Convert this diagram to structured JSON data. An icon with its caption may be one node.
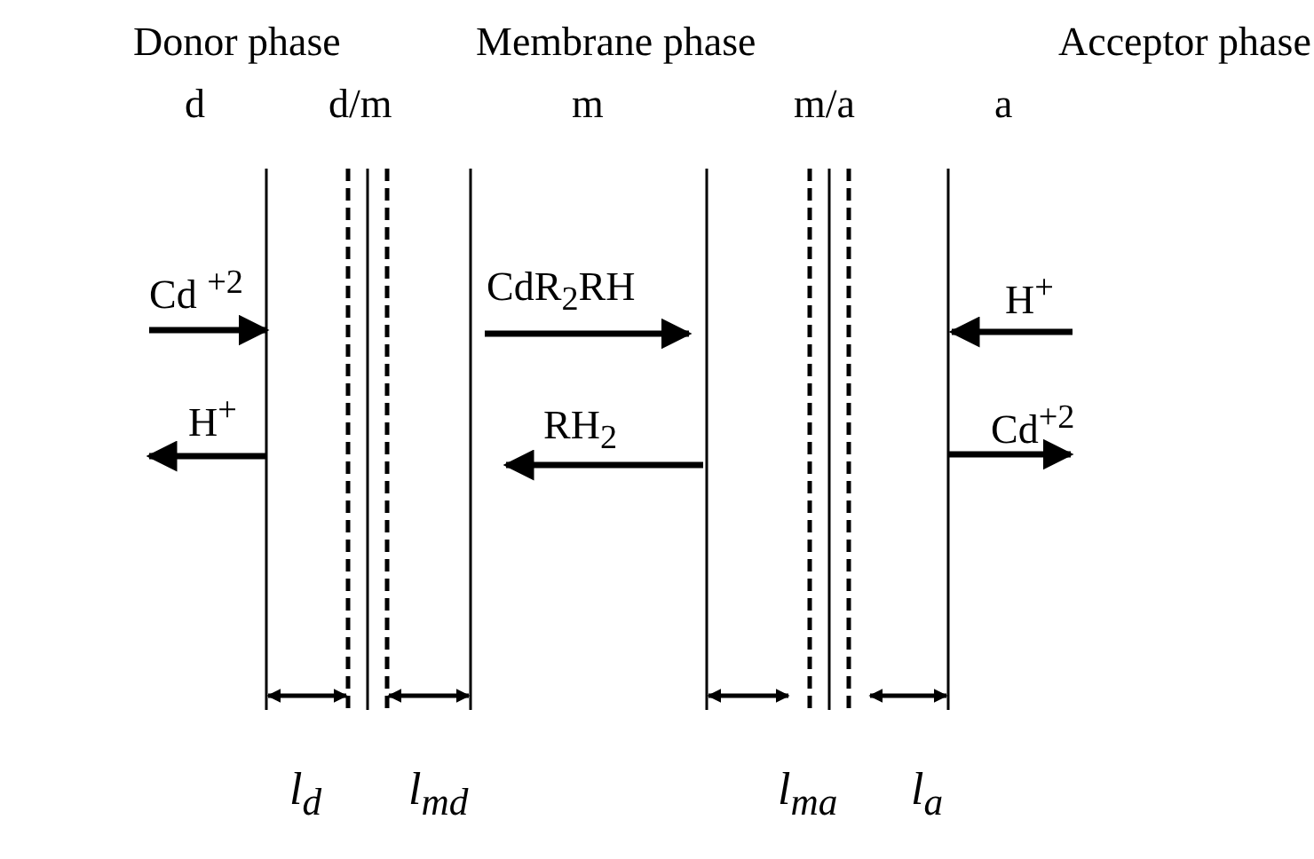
{
  "diagram": {
    "labels": [
      "Donor phase",
      "Membrane phase",
      "Acceptor phase",
      "d",
      "d/m",
      "m",
      "m/a",
      "a",
      "Cd $^{+2}$",
      "CdR$_{2}$RH",
      "H$^{+}$",
      "H$^{+}$",
      "RH$_{2}$",
      "Cd$^{+2}$",
      "l$_{d}$",
      "l$_{md}$",
      "l$_{ma}$",
      "l$_{a}$"
    ]
  }
}
